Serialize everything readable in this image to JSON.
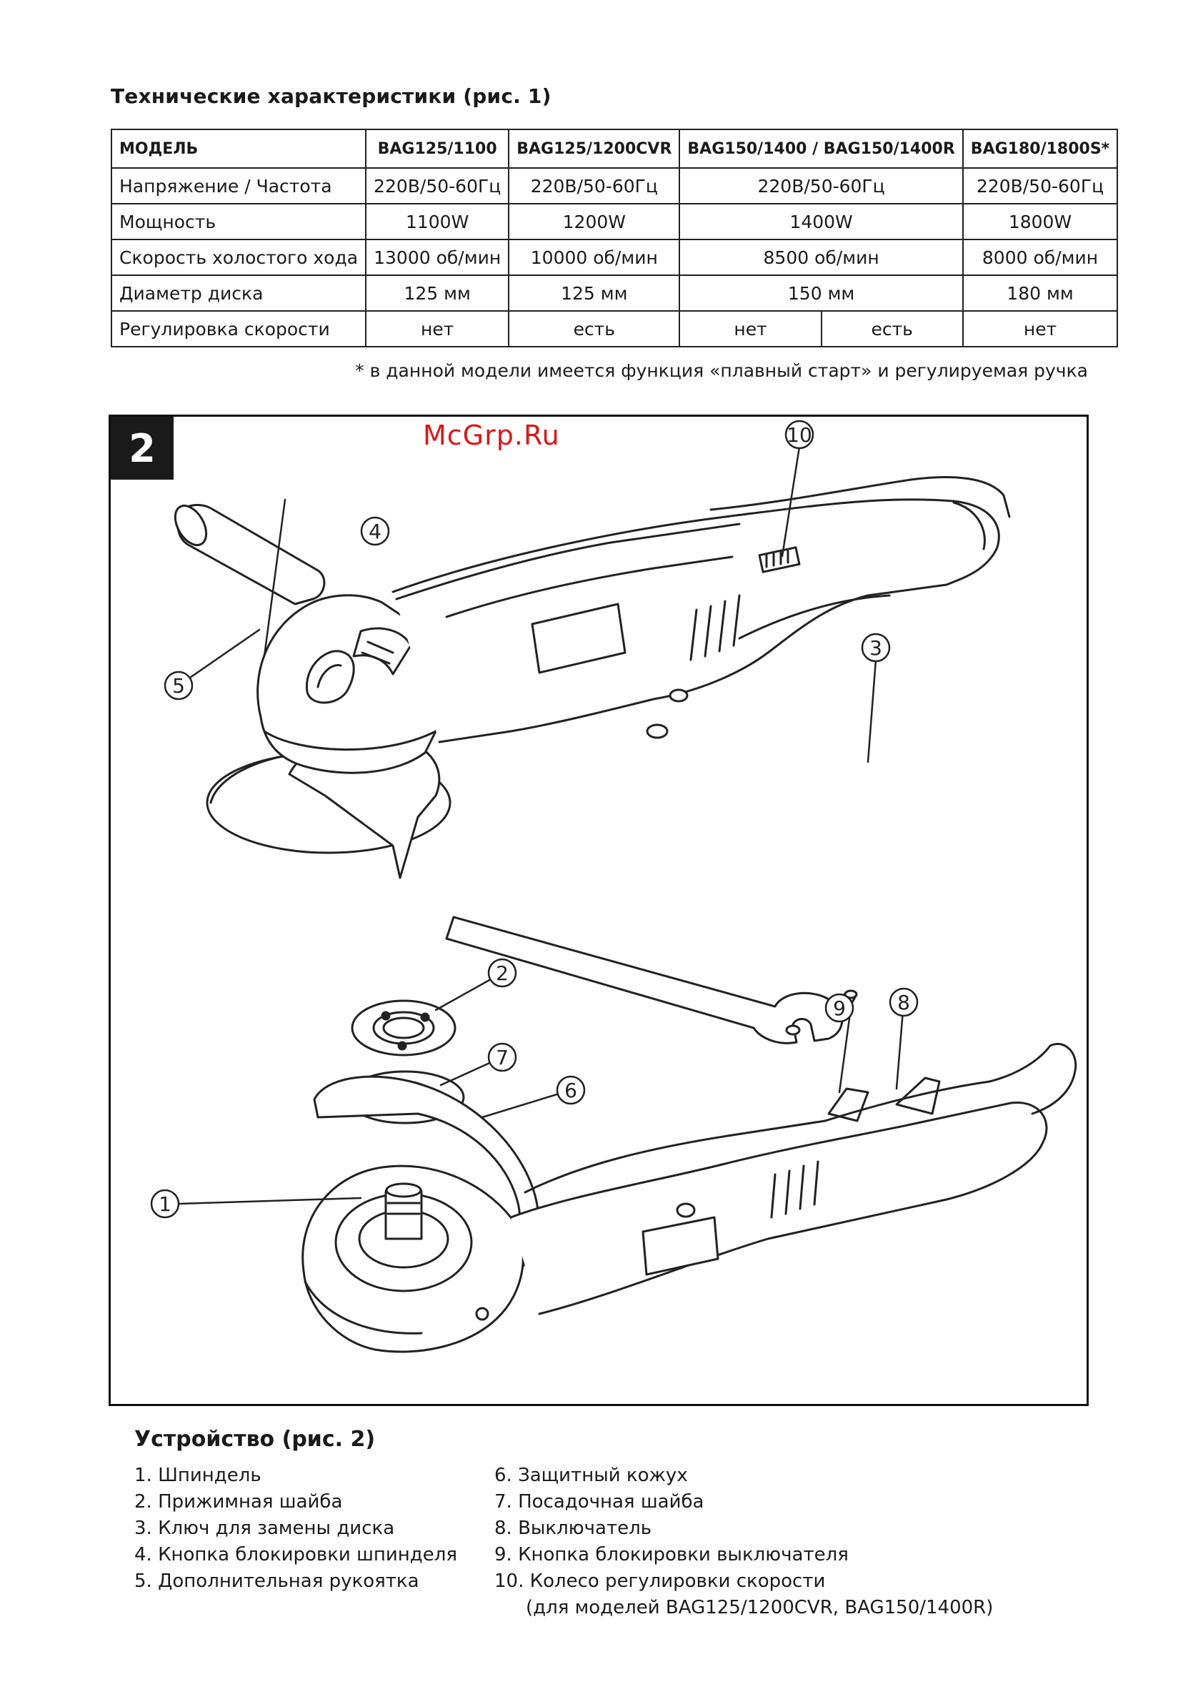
{
  "spec": {
    "title": "Технические характеристики (рис. 1)",
    "headers": [
      "МОДЕЛЬ",
      "BAG125/1100",
      "BAG125/1200CVR",
      "BAG150/1400 / BAG150/1400R",
      "BAG180/1800S*"
    ],
    "rows": [
      {
        "label": "Напряжение / Частота",
        "c1": "220В/50-60Гц",
        "c2": "220В/50-60Гц",
        "c3": "220В/50-60Гц",
        "c4": "220В/50-60Гц"
      },
      {
        "label": "Мощность",
        "c1": "1100W",
        "c2": "1200W",
        "c3": "1400W",
        "c4": "1800W"
      },
      {
        "label": "Скорость холостого хода",
        "c1": "13000 об/мин",
        "c2": "10000 об/мин",
        "c3": "8500 об/мин",
        "c4": "8000 об/мин"
      },
      {
        "label": "Диаметр диска",
        "c1": "125 мм",
        "c2": "125 мм",
        "c3": "150 мм",
        "c4": "180 мм"
      },
      {
        "label": "Регулировка скорости",
        "c1": "нет",
        "c2": "есть",
        "c3a": "нет",
        "c3b": "есть",
        "c4": "нет"
      }
    ],
    "footnote": "* в данной модели имеется функция «плавный старт» и регулируемая ручка"
  },
  "figure": {
    "number": "2",
    "watermark": "McGrp.Ru",
    "callouts": [
      "1",
      "2",
      "3",
      "4",
      "5",
      "6",
      "7",
      "8",
      "9",
      "10"
    ]
  },
  "device": {
    "title": "Устройство (рис. 2)",
    "left_items": [
      "1. Шпиндель",
      "2. Прижимная шайба",
      "3. Ключ для замены диска",
      "4. Кнопка блокировки шпинделя",
      "5. Дополнительная рукоятка"
    ],
    "right_items": [
      "6. Защитный кожух",
      "7. Посадочная шайба",
      "8. Выключатель",
      "9. Кнопка блокировки выключателя",
      "10. Колесо регулировки скорости"
    ],
    "right_note": "(для моделей BAG125/1200CVR, BAG150/1400R)"
  }
}
